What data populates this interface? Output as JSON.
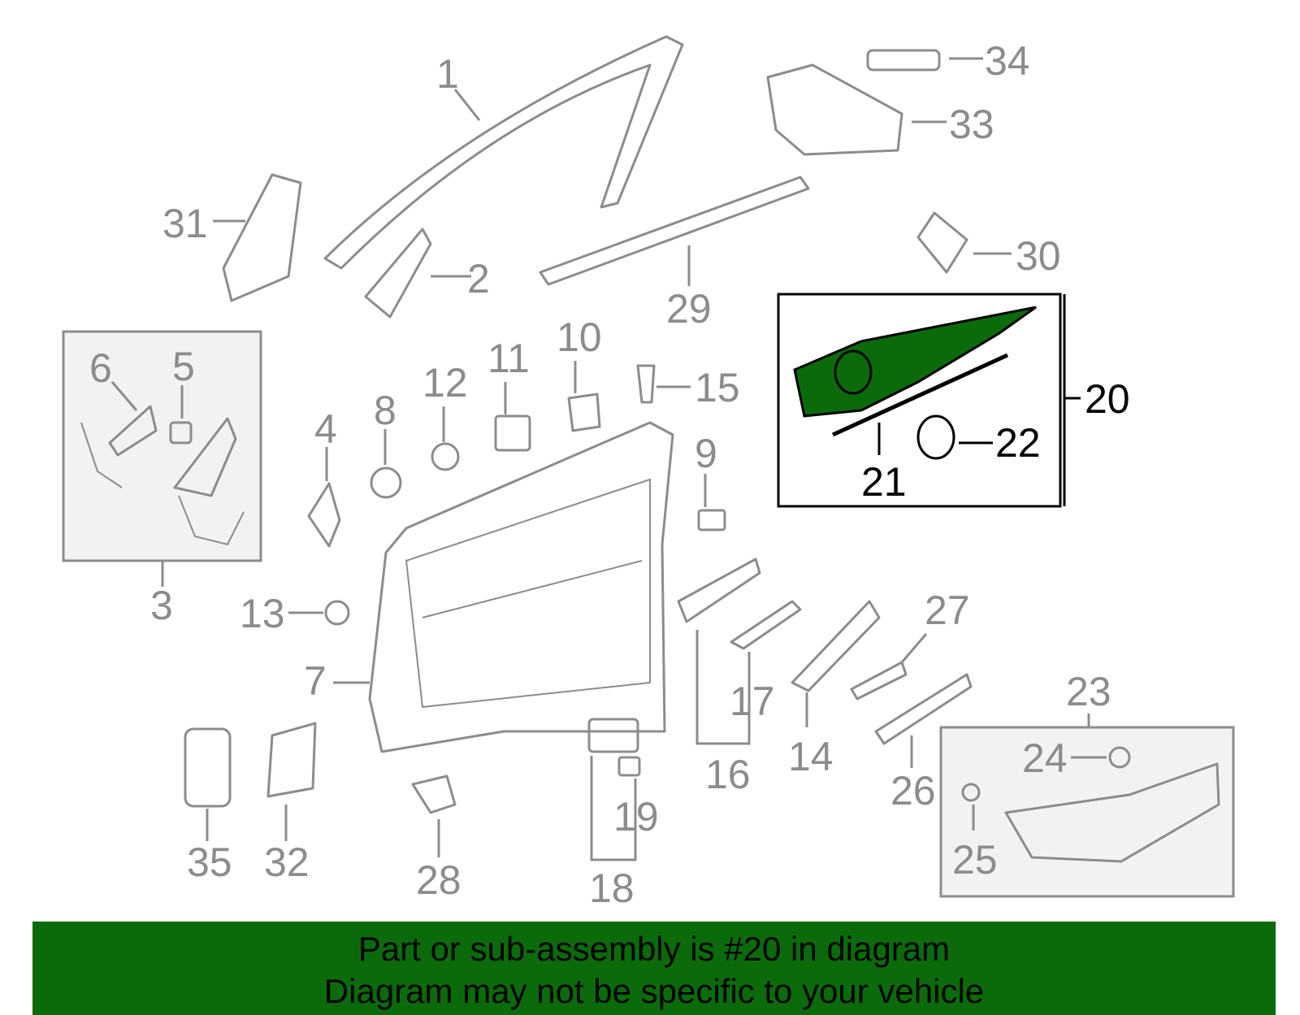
{
  "colors": {
    "accent": "#0b6b0b",
    "part_stroke": "#8c8c8c",
    "highlight_fill": "#0b6b0b",
    "highlight_text": "#000000"
  },
  "callouts": {
    "c1": "1",
    "c2": "2",
    "c3": "3",
    "c4": "4",
    "c5": "5",
    "c6": "6",
    "c7": "7",
    "c8": "8",
    "c9": "9",
    "c10": "10",
    "c11": "11",
    "c12": "12",
    "c13": "13",
    "c14": "14",
    "c15": "15",
    "c16": "16",
    "c17": "17",
    "c18": "18",
    "c19": "19",
    "c20": "20",
    "c21": "21",
    "c22": "22",
    "c23": "23",
    "c24": "24",
    "c25": "25",
    "c26": "26",
    "c27": "27",
    "c28": "28",
    "c29": "29",
    "c30": "30",
    "c31": "31",
    "c32": "32",
    "c33": "33",
    "c34": "34",
    "c35": "35"
  },
  "highlighted_part": "20",
  "banner": {
    "line1": "Part or sub-assembly is #20 in diagram",
    "line2": "Diagram may not be specific to your vehicle"
  }
}
